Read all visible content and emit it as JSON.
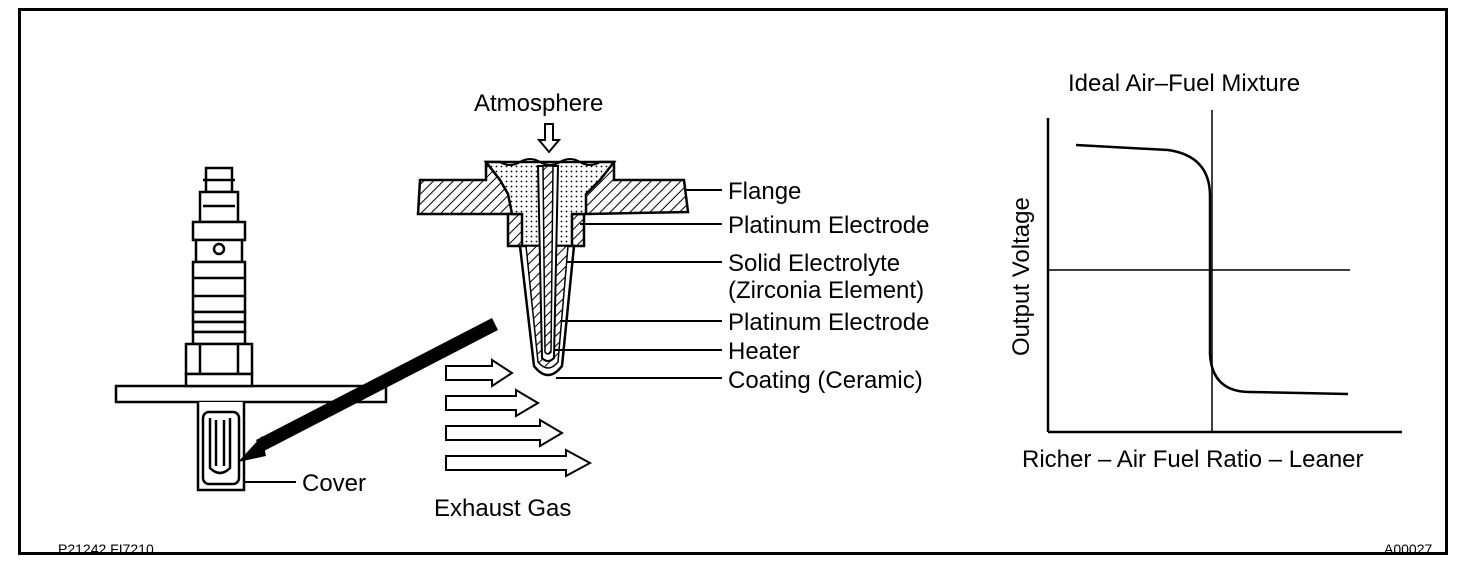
{
  "labels": {
    "atmosphere": "Atmosphere",
    "flange": "Flange",
    "platinum_electrode_top": "Platinum Electrode",
    "solid_electrolyte": "Solid Electrolyte",
    "zirconia_element": "(Zirconia Element)",
    "platinum_electrode_bottom": "Platinum Electrode",
    "heater": "Heater",
    "coating": "Coating (Ceramic)",
    "cover": "Cover",
    "exhaust_gas": "Exhaust Gas"
  },
  "graph": {
    "title": "Ideal Air–Fuel Mixture",
    "ylabel": "Output Voltage",
    "xlabel": "Richer – Air Fuel Ratio – Leaner"
  },
  "codes": {
    "left": "P21242  FI7210",
    "right": "A00027"
  }
}
